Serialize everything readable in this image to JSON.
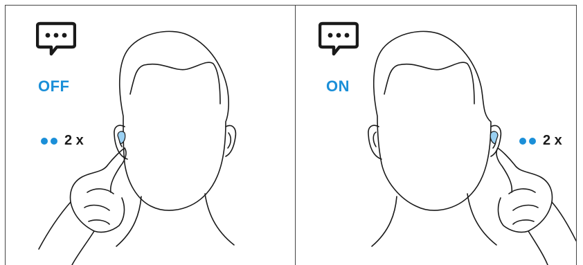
{
  "panels": [
    {
      "status": "OFF",
      "tap_count": "2 x",
      "side": "left"
    },
    {
      "status": "ON",
      "tap_count": "2 x",
      "side": "right"
    }
  ],
  "colors": {
    "accent": "#1b8fd8",
    "line": "#1a1a1a"
  },
  "icons": [
    "speech-bubble-icon",
    "head-illustration",
    "finger-tap-illustration"
  ]
}
